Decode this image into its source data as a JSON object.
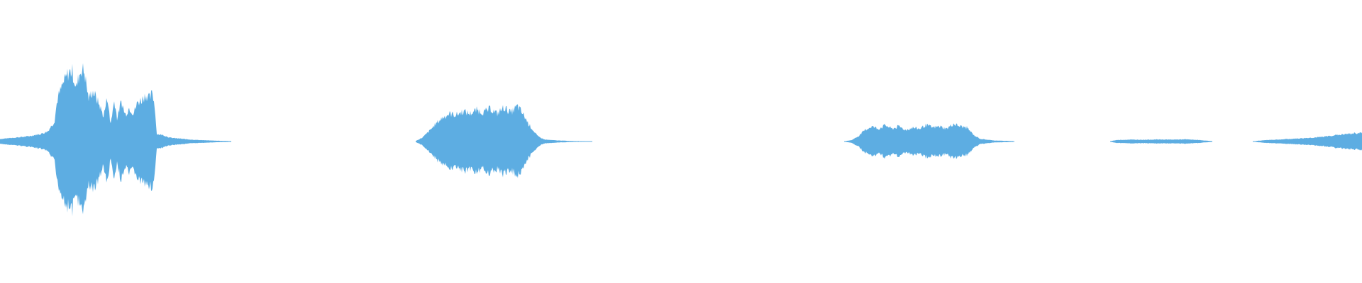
{
  "waveform": {
    "color": "#5dade2",
    "background": "#ffffff",
    "segments": [
      {
        "name": "waveform-segment-1",
        "start": 0.0,
        "end": 0.17,
        "envelope": [
          [
            0.0,
            0.02
          ],
          [
            0.01,
            0.03
          ],
          [
            0.02,
            0.04
          ],
          [
            0.03,
            0.06
          ],
          [
            0.035,
            0.08
          ],
          [
            0.04,
            0.16
          ],
          [
            0.042,
            0.33
          ],
          [
            0.046,
            0.45
          ],
          [
            0.05,
            0.54
          ],
          [
            0.053,
            0.56
          ],
          [
            0.056,
            0.42
          ],
          [
            0.058,
            0.52
          ],
          [
            0.06,
            0.58
          ],
          [
            0.062,
            0.55
          ],
          [
            0.065,
            0.34
          ],
          [
            0.068,
            0.4
          ],
          [
            0.07,
            0.36
          ],
          [
            0.073,
            0.29
          ],
          [
            0.076,
            0.2
          ],
          [
            0.079,
            0.36
          ],
          [
            0.081,
            0.13
          ],
          [
            0.084,
            0.33
          ],
          [
            0.086,
            0.18
          ],
          [
            0.089,
            0.32
          ],
          [
            0.092,
            0.21
          ],
          [
            0.095,
            0.27
          ],
          [
            0.098,
            0.22
          ],
          [
            0.101,
            0.31
          ],
          [
            0.104,
            0.33
          ],
          [
            0.107,
            0.37
          ],
          [
            0.11,
            0.34
          ],
          [
            0.112,
            0.39
          ],
          [
            0.114,
            0.24
          ],
          [
            0.115,
            0.06
          ],
          [
            0.12,
            0.05
          ],
          [
            0.125,
            0.03
          ],
          [
            0.13,
            0.025
          ],
          [
            0.14,
            0.015
          ],
          [
            0.15,
            0.01
          ],
          [
            0.16,
            0.006
          ],
          [
            0.17,
            0.003
          ]
        ]
      },
      {
        "name": "waveform-segment-2",
        "start": 0.305,
        "end": 0.435,
        "envelope": [
          [
            0.305,
            0.003
          ],
          [
            0.31,
            0.03
          ],
          [
            0.315,
            0.08
          ],
          [
            0.32,
            0.14
          ],
          [
            0.325,
            0.19
          ],
          [
            0.33,
            0.22
          ],
          [
            0.335,
            0.21
          ],
          [
            0.34,
            0.24
          ],
          [
            0.345,
            0.22
          ],
          [
            0.35,
            0.25
          ],
          [
            0.355,
            0.23
          ],
          [
            0.36,
            0.26
          ],
          [
            0.365,
            0.22
          ],
          [
            0.37,
            0.27
          ],
          [
            0.375,
            0.23
          ],
          [
            0.38,
            0.28
          ],
          [
            0.385,
            0.2
          ],
          [
            0.388,
            0.14
          ],
          [
            0.392,
            0.08
          ],
          [
            0.395,
            0.04
          ],
          [
            0.4,
            0.015
          ],
          [
            0.41,
            0.008
          ],
          [
            0.42,
            0.004
          ],
          [
            0.435,
            0.002
          ]
        ]
      },
      {
        "name": "waveform-segment-3",
        "start": 0.62,
        "end": 0.745,
        "envelope": [
          [
            0.62,
            0.002
          ],
          [
            0.625,
            0.01
          ],
          [
            0.63,
            0.04
          ],
          [
            0.635,
            0.09
          ],
          [
            0.64,
            0.12
          ],
          [
            0.645,
            0.1
          ],
          [
            0.65,
            0.13
          ],
          [
            0.655,
            0.1
          ],
          [
            0.66,
            0.12
          ],
          [
            0.665,
            0.09
          ],
          [
            0.67,
            0.11
          ],
          [
            0.675,
            0.1
          ],
          [
            0.68,
            0.13
          ],
          [
            0.685,
            0.11
          ],
          [
            0.69,
            0.12
          ],
          [
            0.695,
            0.1
          ],
          [
            0.7,
            0.14
          ],
          [
            0.705,
            0.12
          ],
          [
            0.71,
            0.11
          ],
          [
            0.715,
            0.05
          ],
          [
            0.72,
            0.02
          ],
          [
            0.73,
            0.008
          ],
          [
            0.745,
            0.003
          ]
        ]
      },
      {
        "name": "waveform-segment-4",
        "start": 0.815,
        "end": 0.89,
        "envelope": [
          [
            0.815,
            0.002
          ],
          [
            0.82,
            0.012
          ],
          [
            0.83,
            0.015
          ],
          [
            0.84,
            0.014
          ],
          [
            0.85,
            0.016
          ],
          [
            0.86,
            0.015
          ],
          [
            0.87,
            0.017
          ],
          [
            0.88,
            0.012
          ],
          [
            0.89,
            0.003
          ]
        ]
      },
      {
        "name": "waveform-segment-5",
        "start": 0.92,
        "end": 1.0,
        "envelope": [
          [
            0.92,
            0.002
          ],
          [
            0.93,
            0.012
          ],
          [
            0.94,
            0.016
          ],
          [
            0.95,
            0.022
          ],
          [
            0.96,
            0.028
          ],
          [
            0.97,
            0.035
          ],
          [
            0.98,
            0.05
          ],
          [
            0.99,
            0.06
          ],
          [
            1.0,
            0.07
          ]
        ]
      }
    ]
  }
}
